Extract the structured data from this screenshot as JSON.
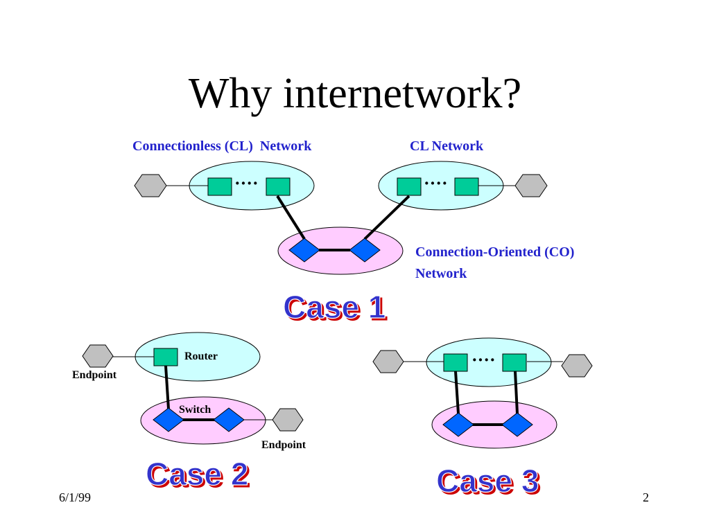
{
  "slide": {
    "title": "Why internetwork?",
    "date": "6/1/99",
    "page_number": "2"
  },
  "labels": {
    "cl_network_1": "Connectionless (CL)  Network",
    "cl_network_2": "CL Network",
    "co_network_line1": "Connection-Oriented (CO)",
    "co_network_line2": "Network",
    "router": "Router",
    "switch": "Switch",
    "endpoint_left": "Endpoint",
    "endpoint_right": "Endpoint",
    "dots": "····",
    "case1": "Case 1",
    "case2": "Case 2",
    "case3": "Case 3"
  },
  "colors": {
    "cl_cloud": "#ccffff",
    "co_cloud": "#ffccff",
    "router": "#00cc99",
    "switch": "#0066ff",
    "endpoint": "#c0c0c0",
    "label_blue": "#2222cc",
    "case_text": "#3333cc",
    "case_shadow": "#cc0000"
  },
  "icons": {
    "router": "green-square-router-icon",
    "switch": "blue-diamond-switch-icon",
    "endpoint": "gray-hexagon-endpoint-icon"
  }
}
